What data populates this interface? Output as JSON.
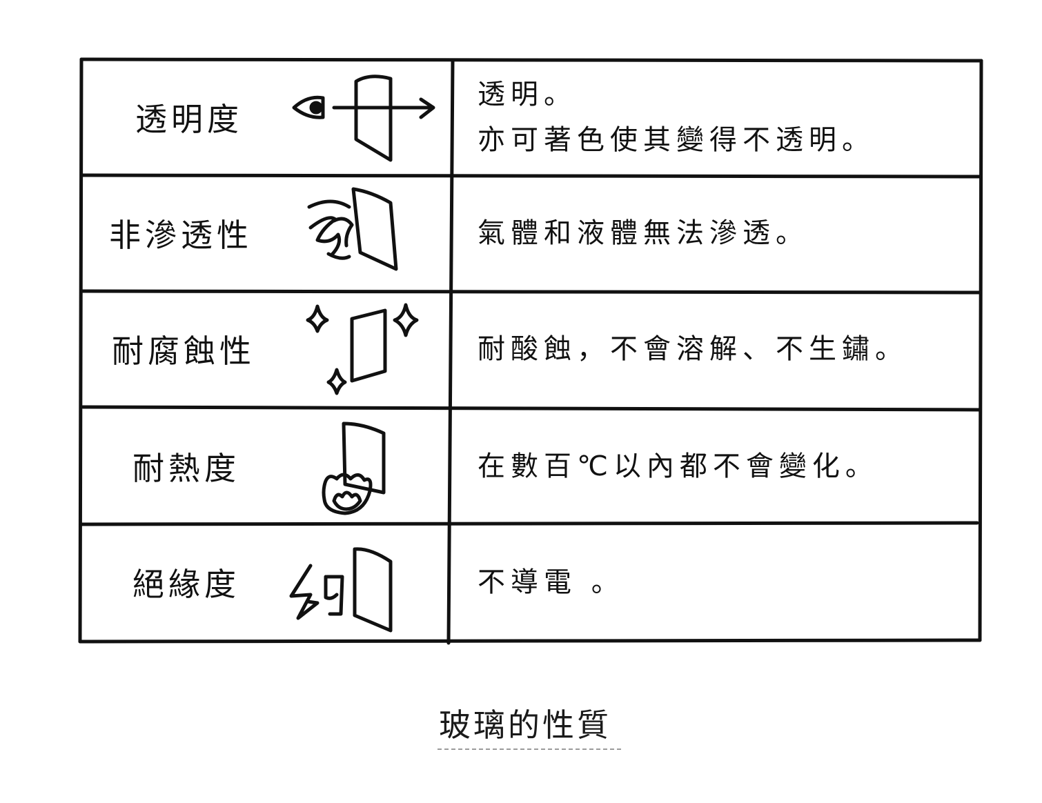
{
  "rows": [
    {
      "property": "透明度",
      "icon": "eye-glass-arrow-icon",
      "description": [
        "透明。",
        "亦可著色使其變得不透明。"
      ]
    },
    {
      "property": "非滲透性",
      "icon": "liquid-blocked-icon",
      "description": [
        "氣體和液體無法滲透。"
      ]
    },
    {
      "property": "耐腐蝕性",
      "icon": "sparkle-glass-icon",
      "description": [
        "耐酸蝕，不會溶解、不生鏽。"
      ]
    },
    {
      "property": "耐熱度",
      "icon": "flame-glass-icon",
      "description": [
        "在數百℃以內都不會變化。"
      ]
    },
    {
      "property": "絕緣度",
      "icon": "lightning-glass-icon",
      "description": [
        "不導電 。"
      ]
    }
  ],
  "caption": "玻璃的性質"
}
